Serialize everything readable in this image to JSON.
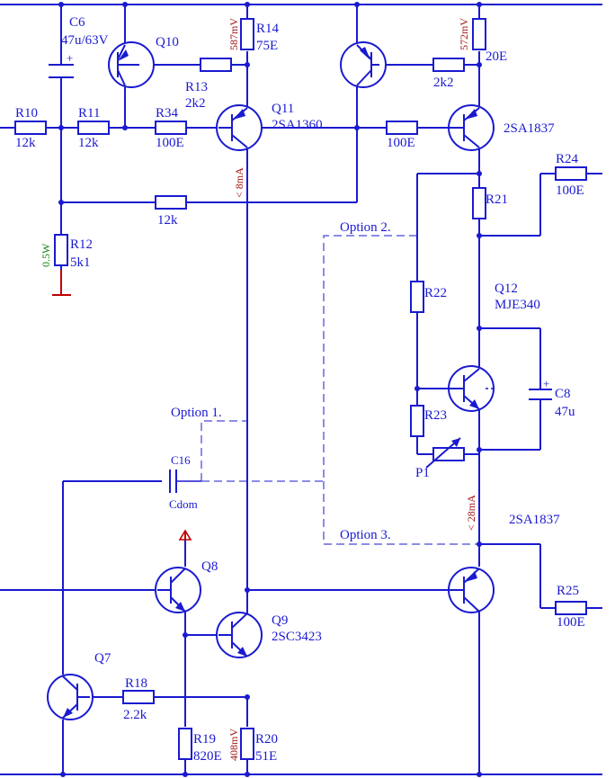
{
  "labels": {
    "c6_name": "C6",
    "c6_value": "47u/63V",
    "q10": "Q10",
    "r13_name": "R13",
    "r13_value": "2k2",
    "r14_name": "R14",
    "r14_value": "75E",
    "r14_voltage": "587mV",
    "q11_name": "Q11",
    "q11_part": "2SA1360",
    "q11_current": "< 8mA",
    "r10_name": "R10",
    "r10_value": "12k",
    "r11_name": "R11",
    "r11_value": "12k",
    "r34_name": "R34",
    "r34_value": "100E",
    "r_feedback_value": "12k",
    "r12_name": "R12",
    "r12_value": "5k1",
    "r12_power": "0.5W",
    "r_upper_base_value": "2k2",
    "r_base_q13_value": "100E",
    "r_top_right_voltage": "572mV",
    "r_top_right_value": "20E",
    "q13_part": "2SA1837",
    "r21_name": "R21",
    "r24_name": "R24",
    "r24_value": "100E",
    "option2": "Option 2.",
    "r22_name": "R22",
    "q12_name": "Q12",
    "q12_part": "MJE340",
    "c8_name": "C8",
    "c8_value": "47u",
    "r23_name": "R23",
    "p1_name": "P1",
    "option1": "Option 1.",
    "c16_name": "C16",
    "c16_value": "Cdom",
    "current_28": "< 28mA",
    "q14_part": "2SA1837",
    "option3": "Option 3.",
    "q8_name": "Q8",
    "q9_name": "Q9",
    "q9_part": "2SC3423",
    "r25_name": "R25",
    "r25_value": "100E",
    "q7_name": "Q7",
    "r18_name": "R18",
    "r18_value": "2.2k",
    "r19_name": "R19",
    "r19_value": "820E",
    "r20_name": "R20",
    "r20_value": "51E",
    "r20_voltage": "408mV"
  }
}
